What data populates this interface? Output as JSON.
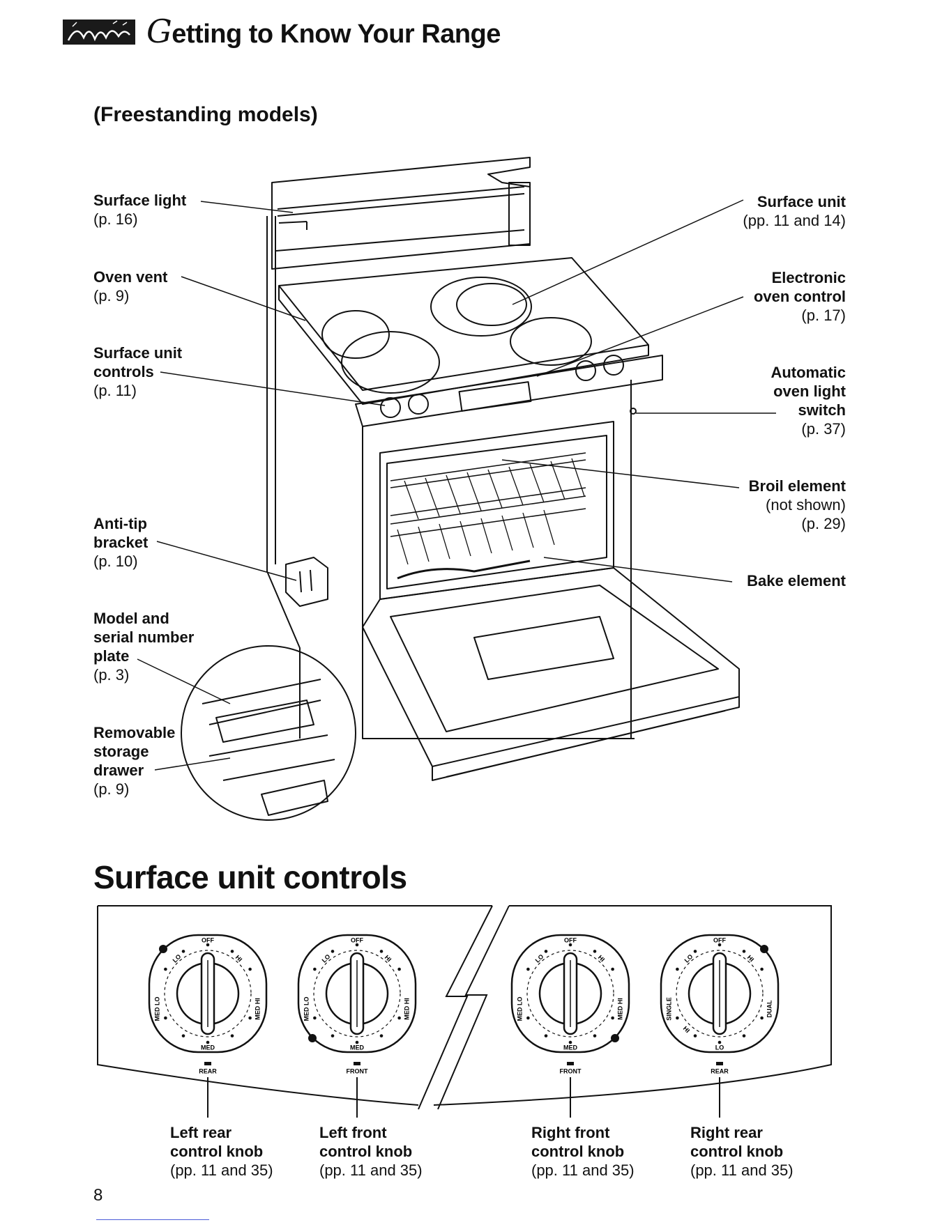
{
  "header": {
    "title_initial": "G",
    "title_rest": "etting to Know Your Range"
  },
  "subtitle": "(Freestanding models)",
  "labels": {
    "surface_light": {
      "name": "Surface light",
      "ref": "(p. 16)"
    },
    "oven_vent": {
      "name": "Oven vent",
      "ref": "(p. 9)"
    },
    "surface_unit_controls": {
      "line1": "Surface unit",
      "line2": "controls",
      "ref": "(p. 11)"
    },
    "anti_tip": {
      "line1": "Anti-tip",
      "line2": "bracket",
      "ref": "(p. 10)"
    },
    "model_serial": {
      "line1": "Model and",
      "line2": "serial number",
      "line3": "plate",
      "ref": "(p. 3)"
    },
    "storage_drawer": {
      "line1": "Removable",
      "line2": "storage",
      "line3": "drawer",
      "ref": "(p. 9)"
    },
    "surface_unit": {
      "name": "Surface unit",
      "ref": "(pp. 11 and 14)"
    },
    "electronic_control": {
      "line1": "Electronic",
      "line2": "oven control",
      "ref": "(p. 17)"
    },
    "oven_light_switch": {
      "line1": "Automatic",
      "line2": "oven light",
      "line3": "switch",
      "ref": "(p. 37)"
    },
    "broil_element": {
      "name": "Broil element",
      "note": "(not shown)",
      "ref": "(p. 29)"
    },
    "bake_element": {
      "name": "Bake element"
    }
  },
  "section_title": "Surface unit controls",
  "knobs": [
    {
      "top": "OFF",
      "left_upper": "LO",
      "right_upper": "HI",
      "left_lower": "MED LO",
      "right_lower": "MED HI",
      "bottom": "MED",
      "position": "REAR",
      "label1": "Left rear",
      "label2": "control knob",
      "ref": "(pp. 11 and 35)"
    },
    {
      "top": "OFF",
      "left_upper": "LO",
      "right_upper": "HI",
      "left_lower": "MED LO",
      "right_lower": "MED HI",
      "bottom": "MED",
      "position": "FRONT",
      "label1": "Left front",
      "label2": "control knob",
      "ref": "(pp. 11 and 35)"
    },
    {
      "top": "OFF",
      "left_upper": "LO",
      "right_upper": "HI",
      "left_lower": "MED LO",
      "right_lower": "MED HI",
      "bottom": "MED",
      "position": "FRONT",
      "label1": "Right front",
      "label2": "control knob",
      "ref": "(pp. 11 and 35)"
    },
    {
      "top": "OFF",
      "left_upper": "LO",
      "right_upper": "HI",
      "left_lower": "SINGLE",
      "right_lower": "DUAL",
      "extra_lower_left": "HI",
      "bottom": "LO",
      "position": "REAR",
      "label1": "Right rear",
      "label2": "control knob",
      "ref": "(pp. 11 and 35)"
    }
  ],
  "page_number": "8"
}
